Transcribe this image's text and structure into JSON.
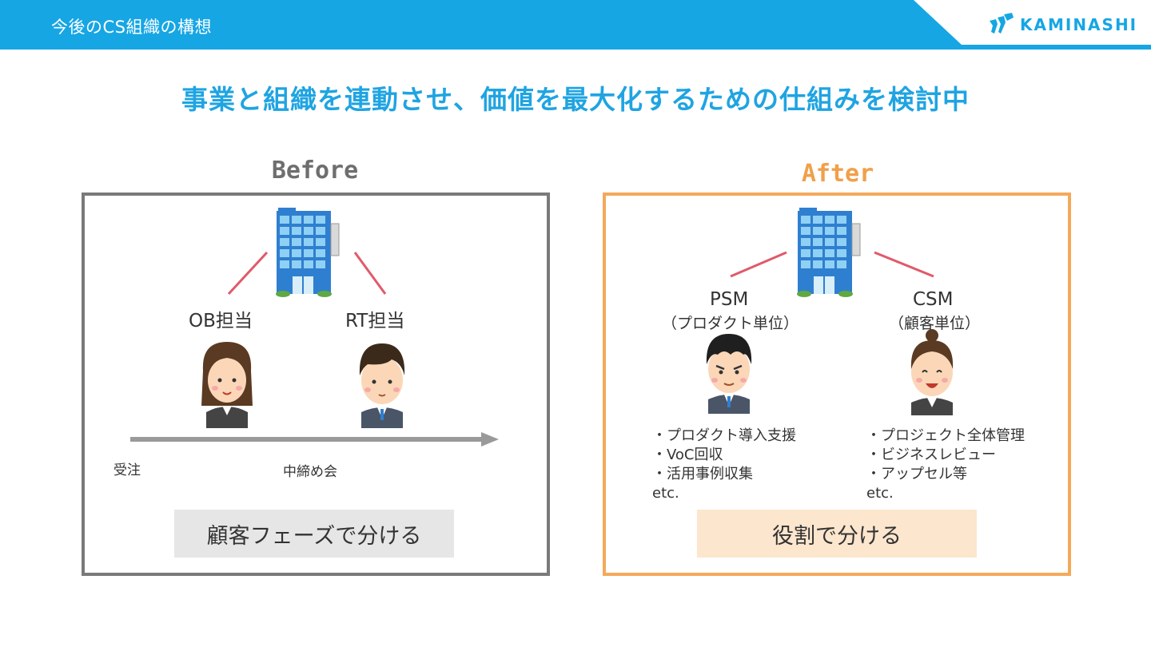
{
  "header": {
    "title": "今後のCS組織の構想",
    "band_color": "#16a6e4",
    "logo_text": "KAMINASHI"
  },
  "headline": "事業と組織を連動させ、価値を最大化するための仕組みを検討中",
  "before": {
    "title": "Before",
    "building_icon": "company-building-icon",
    "roles": [
      "OB担当",
      "RT担当"
    ],
    "timeline": {
      "start_label": "受注",
      "mid_label": "中締め会"
    },
    "callout": "顧客フェーズで分ける",
    "border_color": "#7a7a7a"
  },
  "after": {
    "title": "After",
    "building_icon": "company-building-icon",
    "psm": {
      "label": "PSM",
      "sub": "（プロダクト単位）",
      "tasks": [
        "・プロダクト導入支援",
        "・VoC回収",
        "・活用事例収集",
        "etc."
      ]
    },
    "csm": {
      "label": "CSM",
      "sub": "（顧客単位）",
      "tasks": [
        "・プロジェクト全体管理",
        "・ビジネスレビュー",
        "・アップセル等",
        "etc."
      ]
    },
    "callout": "役割で分ける",
    "border_color": "#f4a95a"
  },
  "colors": {
    "accent_blue": "#1fa4e2",
    "connector_red": "#e05a6a",
    "after_orange": "#f0a04b"
  }
}
